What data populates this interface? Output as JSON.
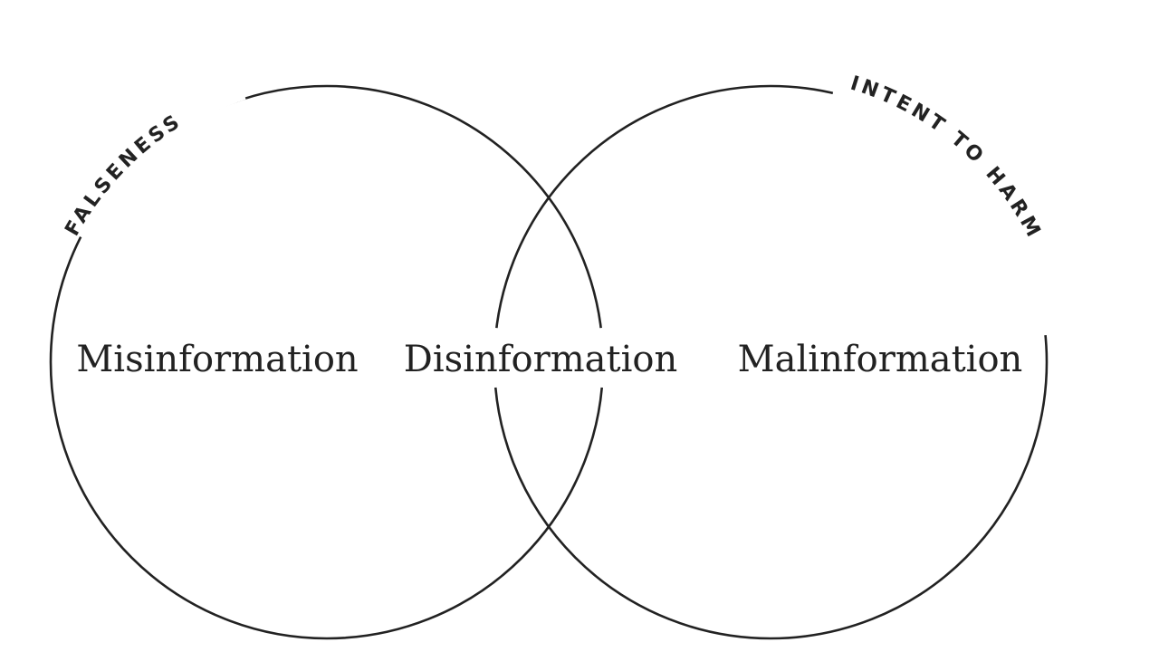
{
  "diagram": {
    "sets": [
      {
        "id": "falseness",
        "label": "FALSENESS"
      },
      {
        "id": "intent-to-harm",
        "label": "INTENT TO HARM"
      }
    ],
    "regions": {
      "left": "Misinformation",
      "overlap": "Disinformation",
      "right": "Malinformation"
    },
    "colors": {
      "stroke": "#222222",
      "background": "#ffffff"
    }
  }
}
